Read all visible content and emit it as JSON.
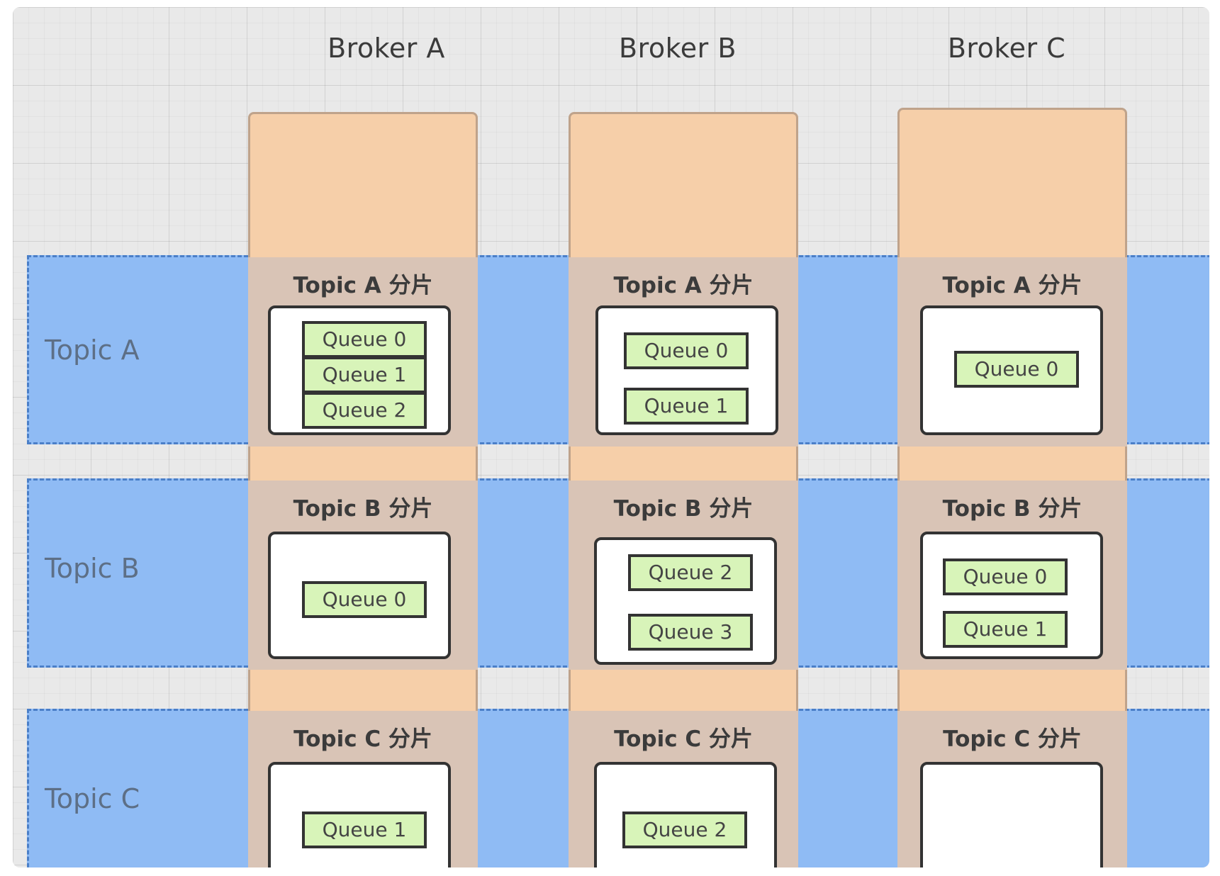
{
  "brokers": [
    {
      "name": "Broker A"
    },
    {
      "name": "Broker B"
    },
    {
      "name": "Broker C"
    }
  ],
  "topics": [
    {
      "label": "Topic A"
    },
    {
      "label": "Topic B"
    },
    {
      "label": "Topic C"
    }
  ],
  "shards": {
    "A": [
      {
        "title": "Topic A 分片",
        "queues": [
          "Queue 0",
          "Queue 1",
          "Queue 2"
        ]
      },
      {
        "title": "Topic B 分片",
        "queues": [
          "Queue 0"
        ]
      },
      {
        "title": "Topic C 分片",
        "queues": [
          "Queue 1"
        ]
      }
    ],
    "B": [
      {
        "title": "Topic A 分片",
        "queues": [
          "Queue 0",
          "Queue 1"
        ]
      },
      {
        "title": "Topic B 分片",
        "queues": [
          "Queue 2",
          "Queue 3"
        ]
      },
      {
        "title": "Topic C 分片",
        "queues": [
          "Queue 2"
        ]
      }
    ],
    "C": [
      {
        "title": "Topic A 分片",
        "queues": [
          "Queue 0"
        ]
      },
      {
        "title": "Topic B 分片",
        "queues": [
          "Queue 0",
          "Queue 1"
        ]
      },
      {
        "title": "Topic C 分片",
        "queues": []
      }
    ]
  },
  "colors": {
    "topic_band": "#8fbbf4",
    "broker_column": "#f6cfa9",
    "shard_region": "#d9c4b6",
    "queue_fill": "#d8f4b9",
    "outline": "#333333"
  }
}
